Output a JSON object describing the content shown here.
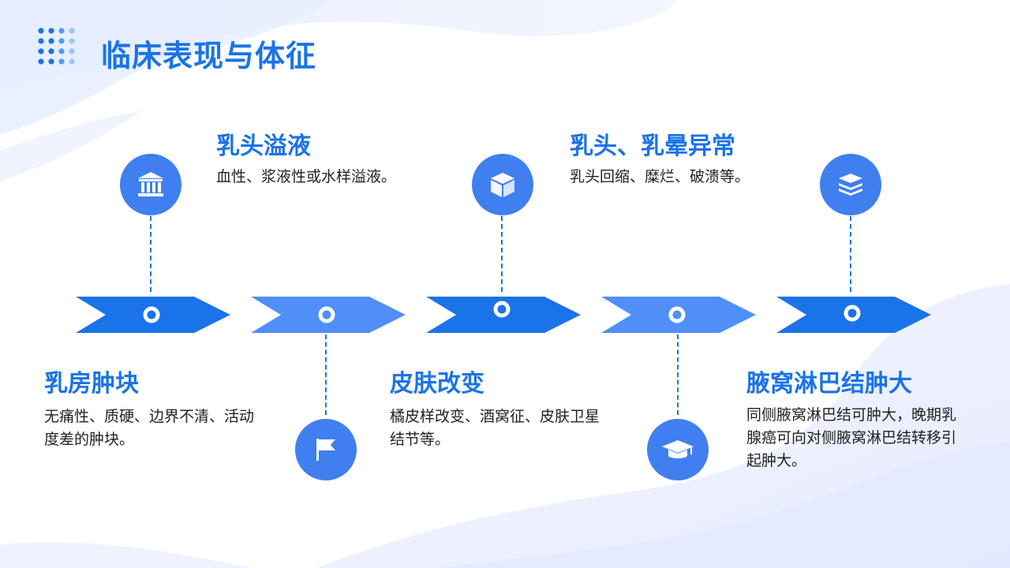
{
  "page": {
    "title": "临床表现与体征"
  },
  "colors": {
    "primary": "#1a73e8",
    "arrow_dark": "#1a73e8",
    "arrow_light": "#4f8ff7",
    "circle": "#3f7fef",
    "text": "#222222"
  },
  "items": [
    {
      "heading": "乳房肿块",
      "desc": "无痛性、质硬、边界不清、活动度差的肿块。",
      "icon": "flag-icon"
    },
    {
      "heading": "乳头溢液",
      "desc": "血性、浆液性或水样溢液。",
      "icon": "bank-icon"
    },
    {
      "heading": "皮肤改变",
      "desc": "橘皮样改变、酒窝征、皮肤卫星结节等。",
      "icon": "graduation-cap-icon"
    },
    {
      "heading": "乳头、乳晕异常",
      "desc": "乳头回缩、糜烂、破溃等。",
      "icon": "cube-icon"
    },
    {
      "heading": "腋窝淋巴结肿大",
      "desc": "同侧腋窝淋巴结可肿大，晚期乳腺癌可向对侧腋窝淋巴结转移引起肿大。",
      "icon": "layers-icon"
    }
  ]
}
